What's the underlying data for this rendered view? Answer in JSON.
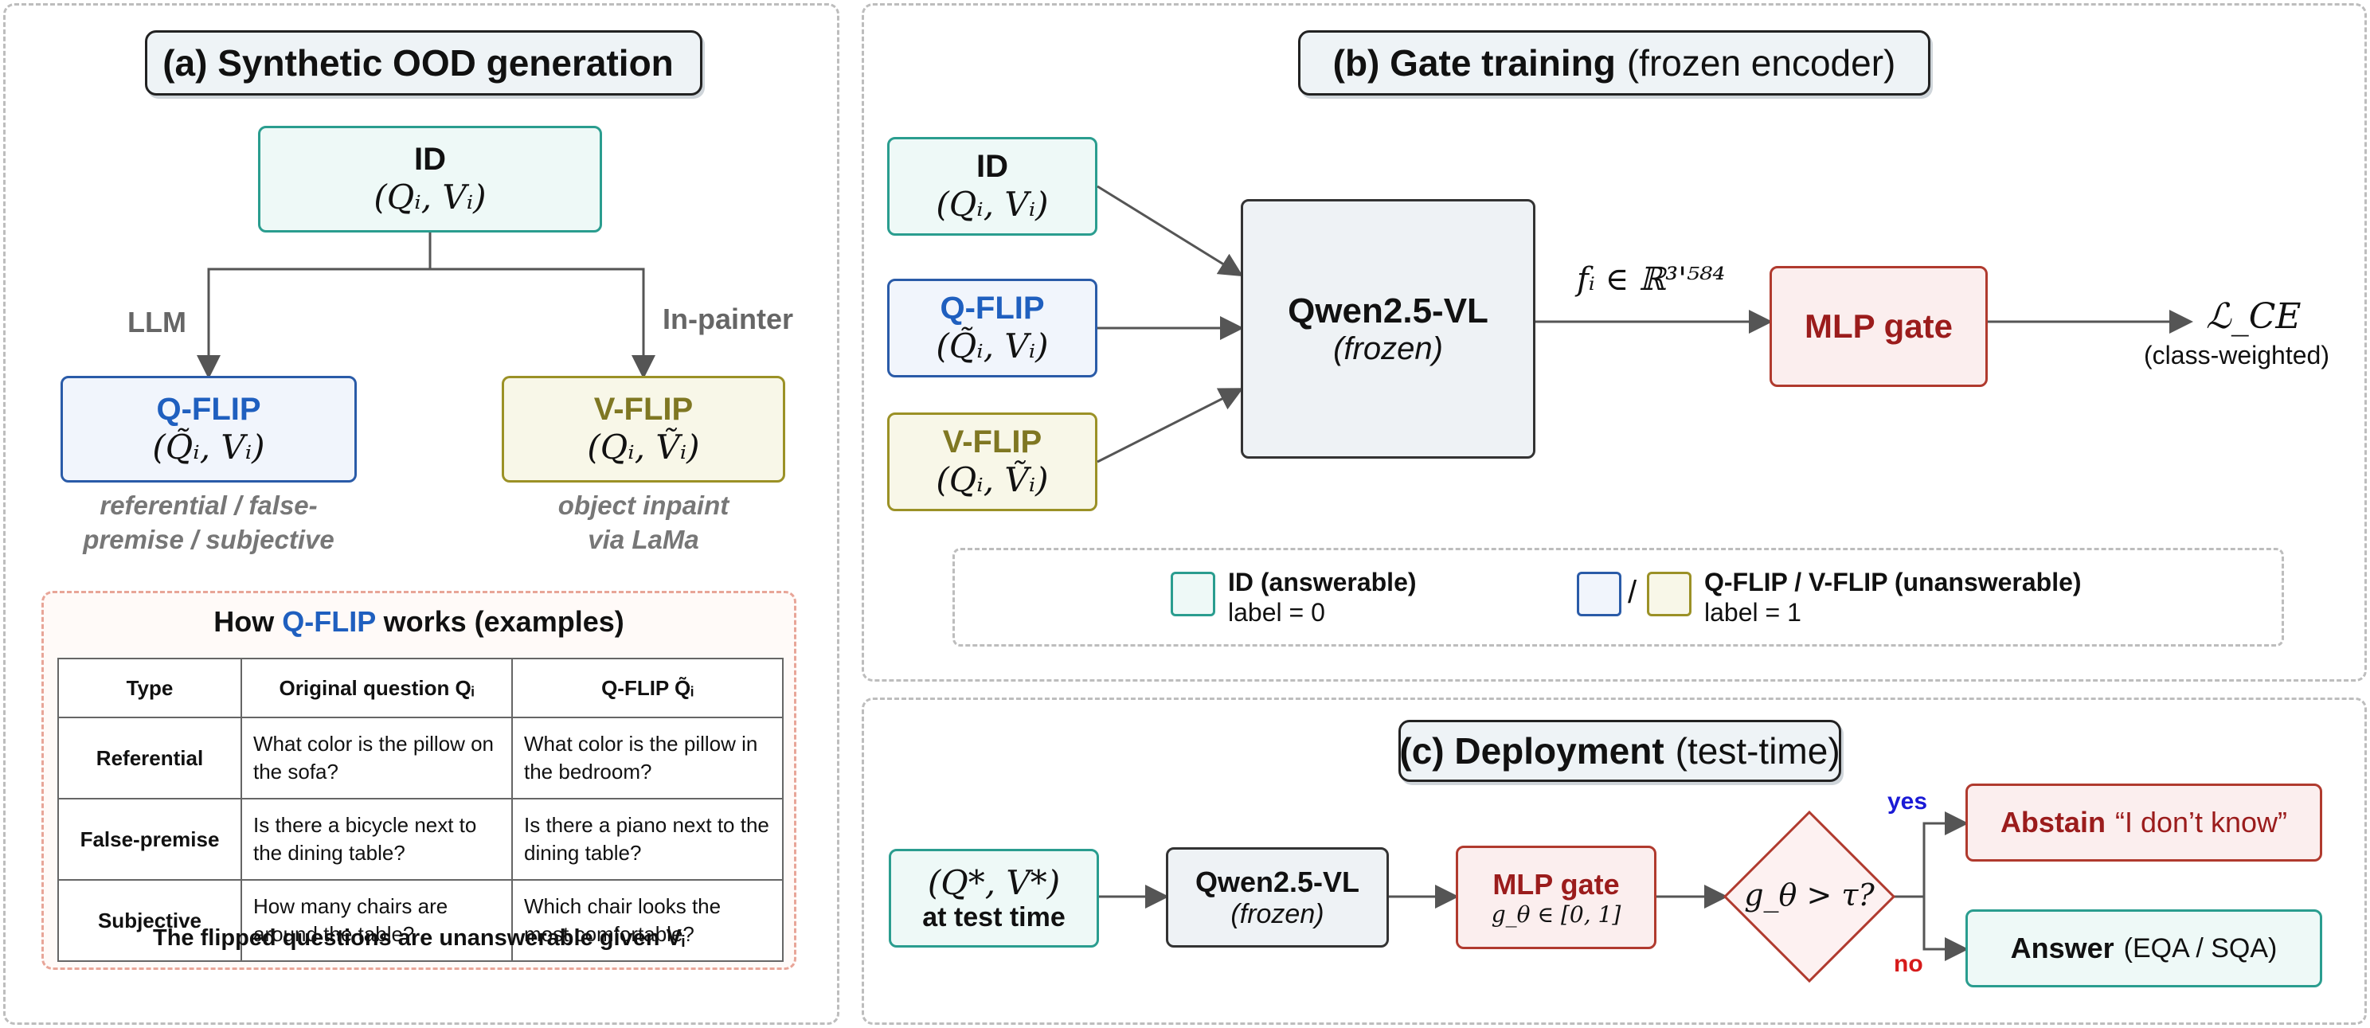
{
  "panel_a": {
    "title_bold": "(a) Synthetic OOD generation",
    "id_box": {
      "label": "ID",
      "math": "(Qᵢ, Vᵢ)"
    },
    "llm_label": "LLM",
    "inpainter_label": "In-painter",
    "qflip_box": {
      "label": "Q-FLIP",
      "math": "(Q̃ᵢ, Vᵢ)"
    },
    "vflip_box": {
      "label": "V-FLIP",
      "math": "(Qᵢ, Ṽᵢ)"
    },
    "qflip_note_1": "referential / false-",
    "qflip_note_2": "premise / subjective",
    "vflip_note_1": "object inpaint",
    "vflip_note_2": "via LaMa",
    "examples": {
      "title_pre": "How ",
      "title_mid": "Q-FLIP",
      "title_post": " works (examples)",
      "headers": [
        "Type",
        "Original question Qᵢ",
        "Q-FLIP Q̃ᵢ"
      ],
      "rows": [
        {
          "type": "Referential",
          "orig": "What color is the pillow on the sofa?",
          "flip": "What color is the pillow in the bedroom?"
        },
        {
          "type": "False-premise",
          "orig": "Is there a bicycle next to the dining table?",
          "flip": "Is there a piano next to the dining table?"
        },
        {
          "type": "Subjective",
          "orig": "How many chairs are around the table?",
          "flip": "Which chair looks the most comfortable?"
        }
      ],
      "footer": "The flipped questions are unanswerable given Vᵢ"
    }
  },
  "panel_b": {
    "title_bold": "(b) Gate training",
    "title_rest": "(frozen encoder)",
    "id_box": {
      "label": "ID",
      "math": "(Qᵢ, Vᵢ)"
    },
    "qflip_box": {
      "label": "Q-FLIP",
      "math": "(Q̃ᵢ, Vᵢ)"
    },
    "vflip_box": {
      "label": "V-FLIP",
      "math": "(Qᵢ, Ṽᵢ)"
    },
    "encoder_name": "Qwen2.5-VL",
    "encoder_state": "(frozen)",
    "feature": "fᵢ ∈ ℝ³'⁵⁸⁴",
    "gate": "MLP gate",
    "loss": "ℒ_CE",
    "loss_note": "(class-weighted)",
    "legend": {
      "id_title": "ID (answerable)",
      "id_label": "label = 0",
      "slash": "/",
      "flip_title": "Q-FLIP / V-FLIP (unanswerable)",
      "flip_label": "label = 1"
    }
  },
  "panel_c": {
    "title_bold": "(c) Deployment",
    "title_rest": "(test-time)",
    "input_math": "(Q*, V*)",
    "input_label": "at test time",
    "encoder_name": "Qwen2.5-VL",
    "encoder_state": "(frozen)",
    "gate": "MLP gate",
    "gate_math": "g_θ ∈ [0, 1]",
    "decision": "g_θ > τ?",
    "yes": "yes",
    "no": "no",
    "abstain_bold": "Abstain",
    "abstain_quote": "“I don’t know”",
    "answer_bold": "Answer",
    "answer_rest": "(EQA / SQA)"
  }
}
